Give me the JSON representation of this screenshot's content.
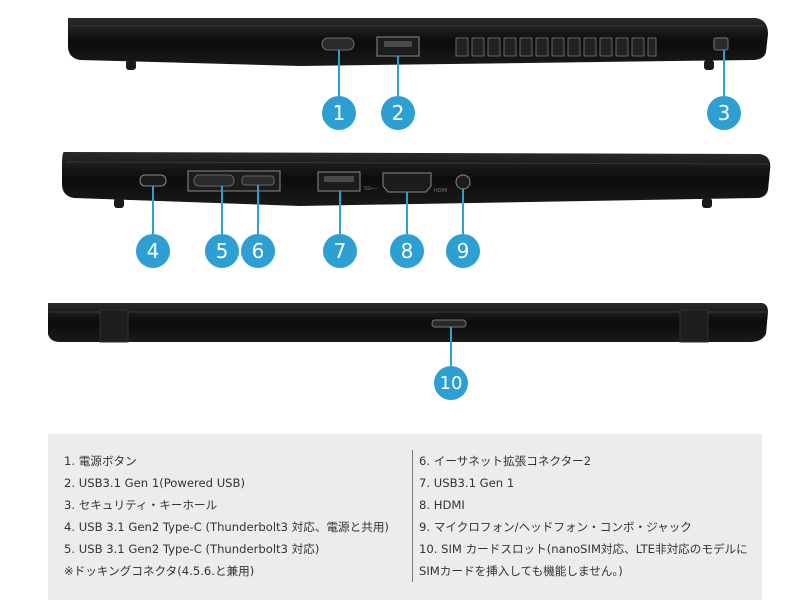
{
  "callouts": [
    "1",
    "2",
    "3",
    "4",
    "5",
    "6",
    "7",
    "8",
    "9",
    "10"
  ],
  "port_labels": {
    "ss_usb": "SS⟵",
    "hdmi": "HDMI"
  },
  "legend": {
    "left": [
      "1. 電源ボタン",
      "2. USB3.1 Gen 1(Powered USB)",
      "3. セキュリティ・キーホール",
      "4. USB 3.1 Gen2 Type-C (Thunderbolt3 対応、電源と共用)",
      "5. USB 3.1 Gen2 Type-C (Thunderbolt3 対応)",
      "※ドッキングコネクタ(4.5.6.と兼用)"
    ],
    "right": [
      "6. イーサネット拡張コネクター2",
      "7. USB3.1 Gen 1",
      "8. HDMI",
      "9. マイクロフォン/ヘッドフォン・コンボ・ジャック",
      "10. SIM カードスロット(nanoSIM対応、LTE非対応のモデルにSIMカードを挿入しても機能しません。)"
    ]
  },
  "colors": {
    "badge": "#2e9fd3",
    "laptop_body": "#111111",
    "legend_bg": "#ececec",
    "legend_text": "#333333"
  }
}
